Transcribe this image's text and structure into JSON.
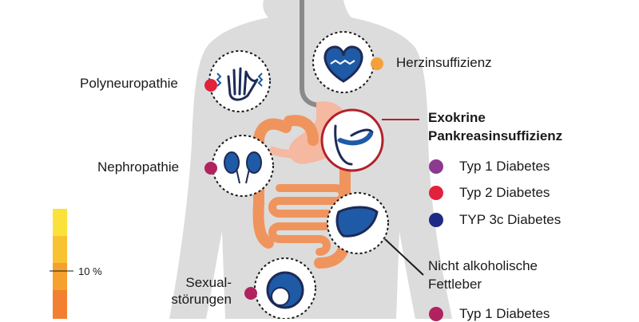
{
  "colors": {
    "body": "#d9d9d9",
    "intestine": "#f0945e",
    "stomach": "#f5b8a0",
    "icon_dark": "#1d2a57",
    "icon_blue": "#1f5aa6",
    "accent_red": "#b3202a",
    "scale": [
      "#fbe23a",
      "#f9c232",
      "#f6a02d",
      "#f28030"
    ]
  },
  "scale": {
    "tick_label": "10 %"
  },
  "labels": {
    "polyneuropathie": {
      "text": "Polyneuropathie",
      "dot_color": "#e2213c"
    },
    "herzinsuffizienz": {
      "text": "Herzinsuffizienz",
      "dot_color": "#f5a03a"
    },
    "nephropathie": {
      "text": "Nephropathie",
      "dot_color": "#b0235f"
    },
    "sexual_line1": {
      "text": "Sexual-"
    },
    "sexual_line2": {
      "text": "störungen"
    },
    "sexual_dot": {
      "dot_color": "#b0235f"
    }
  },
  "exokrine": {
    "title_line1": "Exokrine",
    "title_line2": "Pankreasinsuffizienz",
    "legend": [
      {
        "label": "Typ 1 Diabetes",
        "color": "#8b3a8f"
      },
      {
        "label": "Typ 2 Diabetes",
        "color": "#e2213c"
      },
      {
        "label": "TYP 3c Diabetes",
        "color": "#1d2a85"
      }
    ]
  },
  "fettleber": {
    "title_line1": "Nicht alkoholische",
    "title_line2": "Fettleber",
    "legend": [
      {
        "label": "Typ 1 Diabetes",
        "color": "#b0235f"
      }
    ]
  }
}
